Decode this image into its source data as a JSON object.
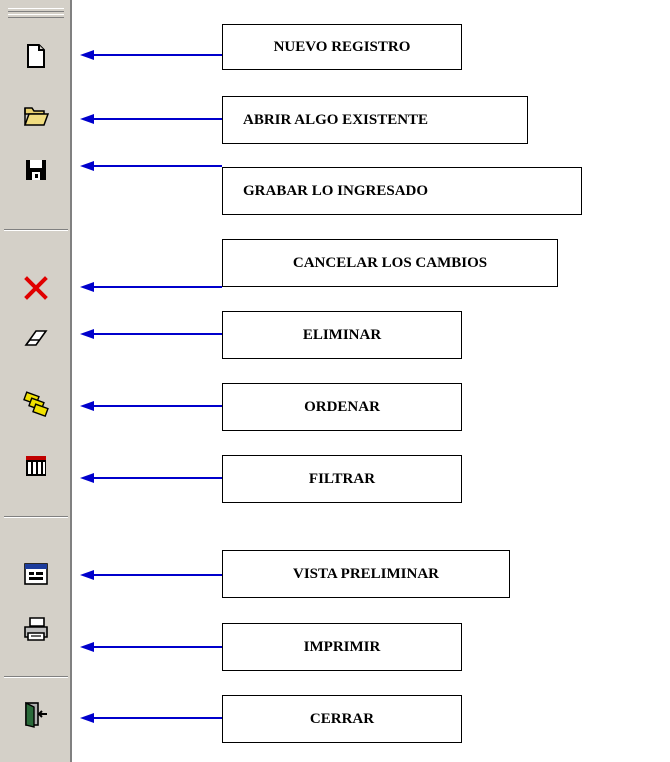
{
  "accent_color": "#0000cc",
  "toolbar": {
    "background": "#d4d0c8",
    "buttons": [
      {
        "icon": "new-document-icon"
      },
      {
        "icon": "open-folder-icon"
      },
      {
        "icon": "save-floppy-icon"
      },
      {
        "icon": "cancel-x-icon"
      },
      {
        "icon": "eraser-icon"
      },
      {
        "icon": "sort-stack-icon"
      },
      {
        "icon": "filter-grid-icon"
      },
      {
        "icon": "print-preview-icon"
      },
      {
        "icon": "printer-icon"
      },
      {
        "icon": "exit-door-icon"
      }
    ]
  },
  "labels": {
    "nuevo": "NUEVO REGISTRO",
    "abrir": "ABRIR  ALGO EXISTENTE",
    "grabar": "GRABAR LO INGRESADO",
    "cancelar": "CANCELAR LOS CAMBIOS",
    "eliminar": "ELIMINAR",
    "ordenar": "ORDENAR",
    "filtrar": "FILTRAR",
    "vista": "VISTA PRELIMINAR",
    "imprimir": "IMPRIMIR",
    "cerrar": "CERRAR"
  }
}
